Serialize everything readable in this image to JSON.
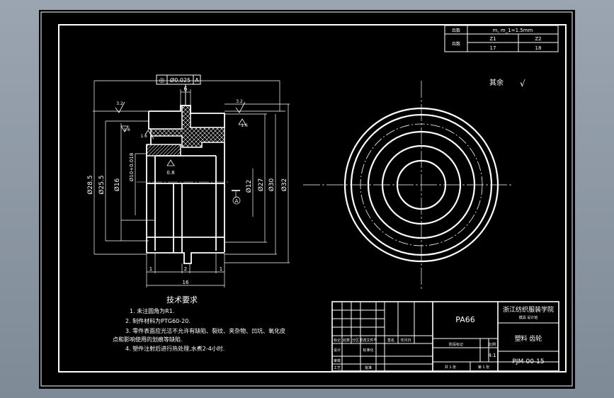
{
  "top_table": {
    "r1_label": "齿数",
    "r1_value": "m, m_1=1.5mm",
    "r2_label": "齿数",
    "z1": "Z1",
    "z2": "Z2",
    "n1": "17",
    "n2": "18"
  },
  "roughness_note": {
    "text": "其余",
    "symbol": "√"
  },
  "dims": {
    "tolerance_sym": "◎",
    "tolerance_val": "Ø0.025",
    "tolerance_ref": "A",
    "width_top": "6",
    "rough_32_left": "3.2",
    "rough_32_right": "3.2",
    "rough_16_left": "1.6",
    "rough_16_right": "1.6",
    "rough_16_mid": "1.6",
    "rough_08": "0.8",
    "d285": "Ø28.5",
    "d255": "Ø25.5",
    "d16": "Ø16",
    "d10": "Ø10+0.018",
    "d12": "Ø12",
    "d27": "Ø27",
    "d30": "Ø30",
    "d32": "Ø32",
    "datum": "A",
    "w2": "2",
    "w1a": "1",
    "w1b": "1",
    "w16": "16"
  },
  "tech_requirements": {
    "title": "技术要求",
    "items": [
      "1. 未注圆角为R1.",
      "2. 制件材料为PTG60-20.",
      "3. 零件表面应光洁不允许有缺陷、裂纹、夹杂物、凹坑、氧化皮",
      "点和影响使用的划痕等缺陷.",
      "4. 塑件注射后进行热处理,水煮2-4小时."
    ]
  },
  "title_block": {
    "material": "PA66",
    "school": "浙江纺织服装学院",
    "school_sub": "模具 设计班",
    "part_name": "塑料 齿轮",
    "drawing_no": "PJM-00-15",
    "scale_label": "比例",
    "scale": "4:1",
    "left_row1": [
      "标记",
      "处数",
      "分区",
      "更改文件号",
      "签名",
      "年月日"
    ],
    "left_row2": [
      "设计",
      "",
      "标准化",
      "阶段标记"
    ],
    "left_row3": [
      "审核"
    ],
    "left_row4": [
      "工艺",
      "",
      "批准"
    ],
    "sheet_total": "共 1 张",
    "sheet_no": "第 1 张"
  }
}
